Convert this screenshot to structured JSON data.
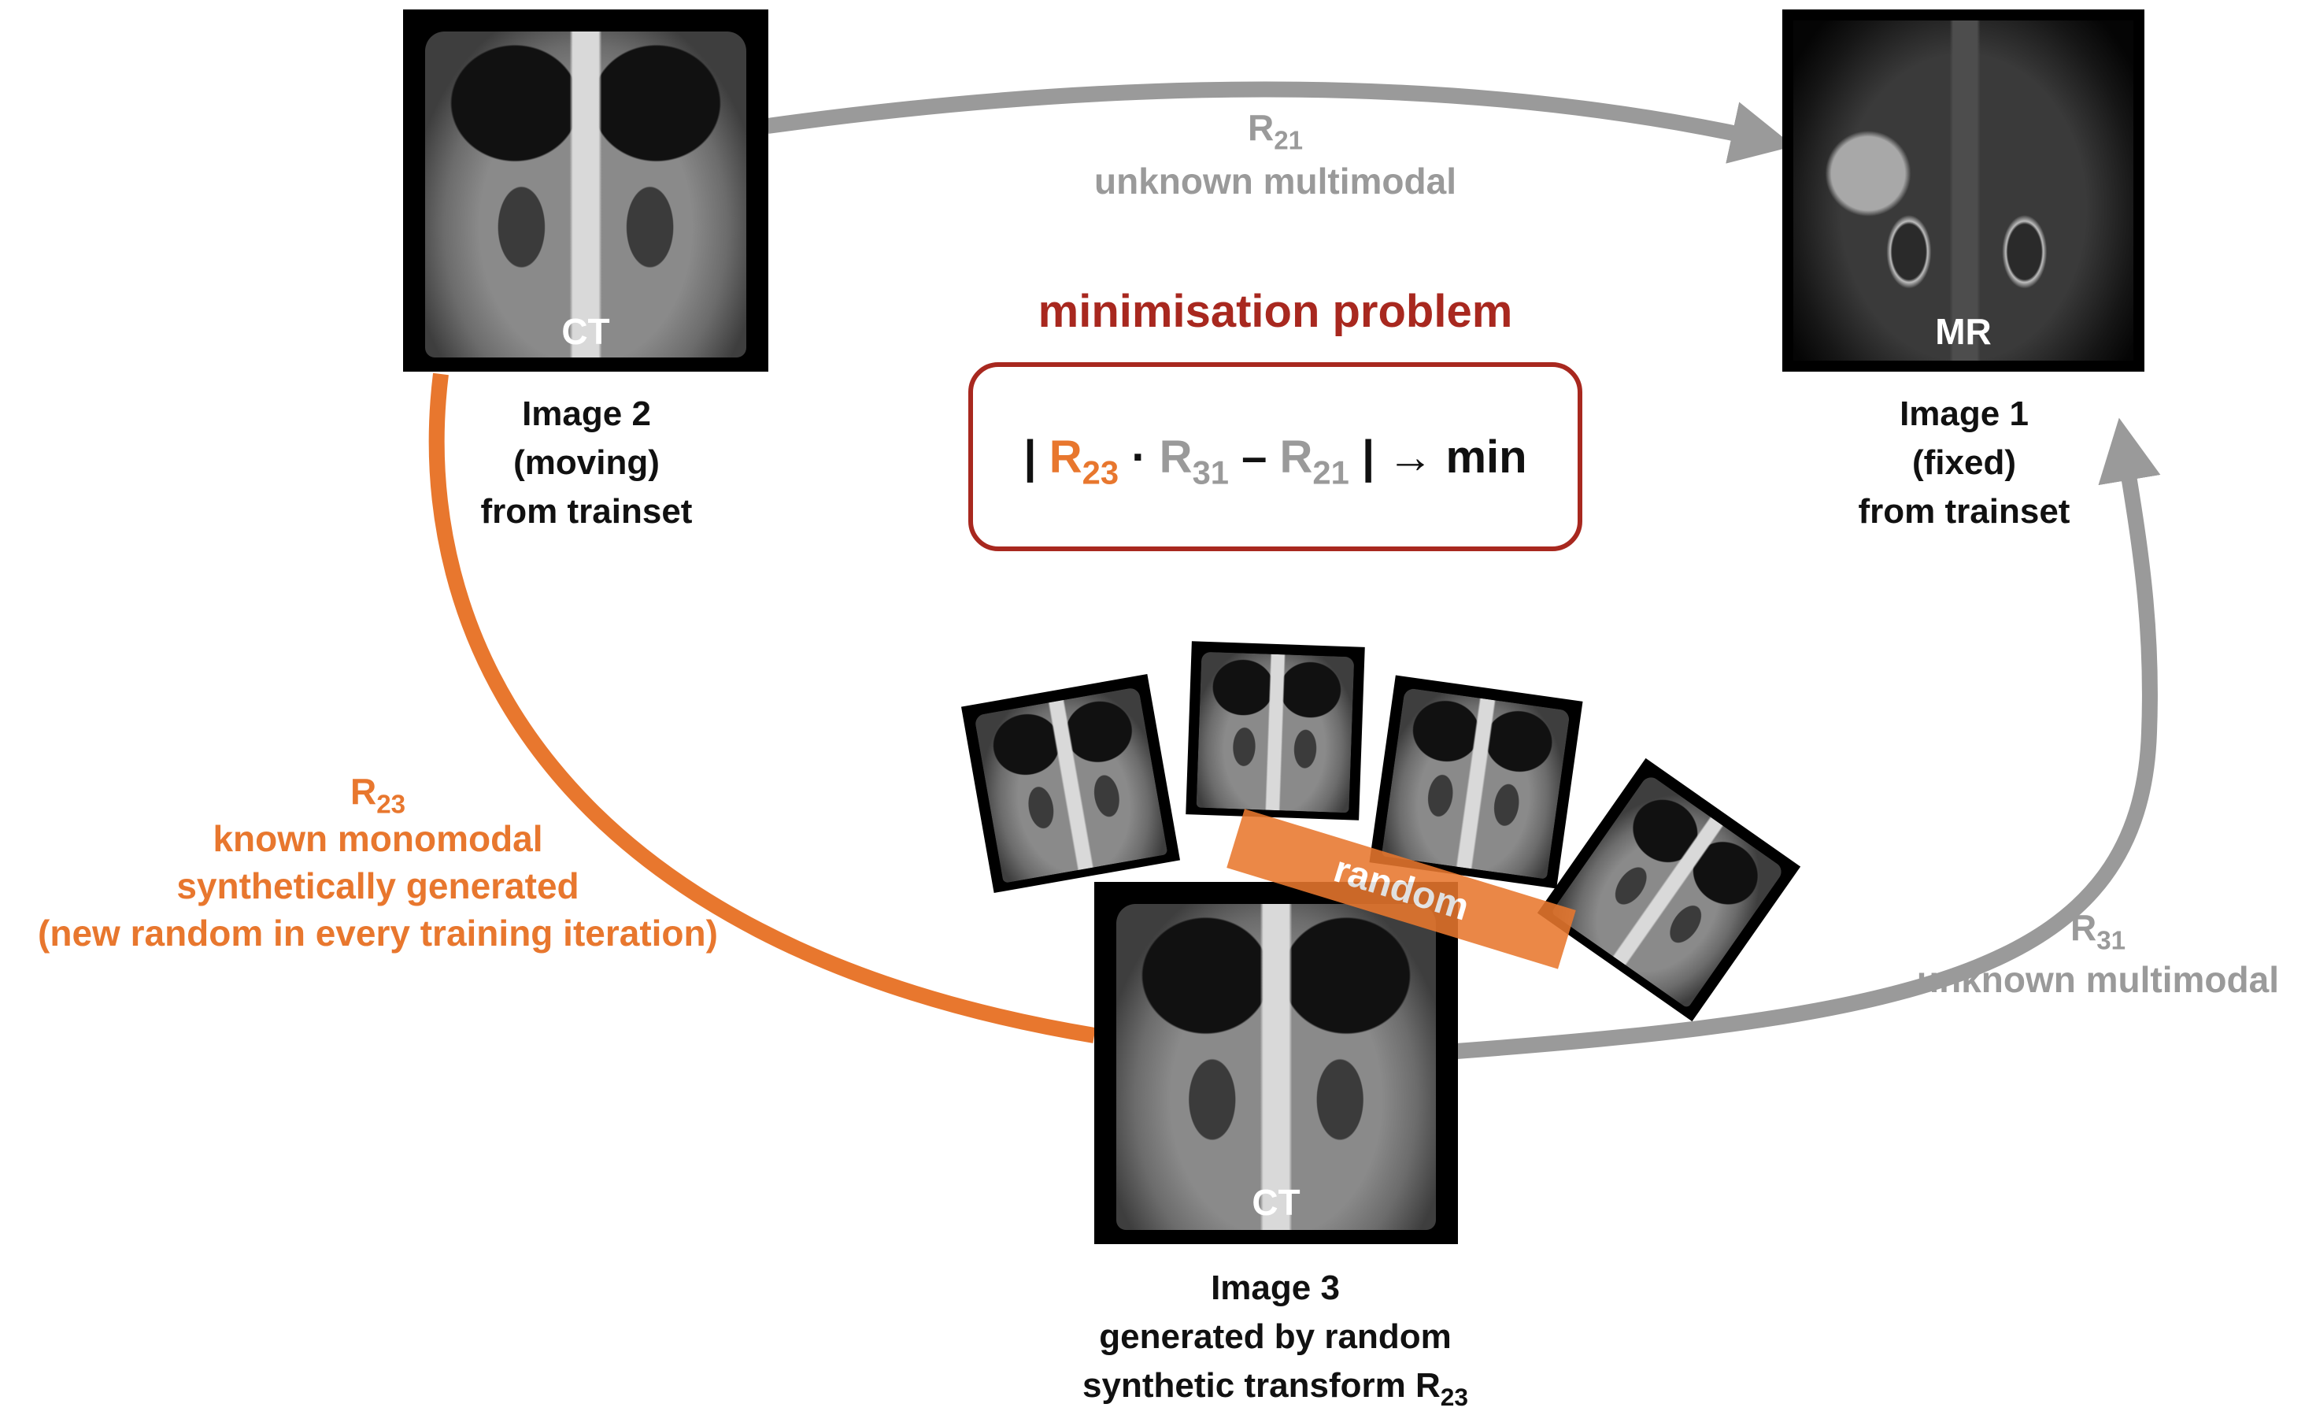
{
  "image2": {
    "modality": "CT",
    "caption_line1": "Image 2",
    "caption_line2": "(moving)",
    "caption_line3": "from trainset"
  },
  "image1": {
    "modality": "MR",
    "caption_line1": "Image 1",
    "caption_line2": "(fixed)",
    "caption_line3": "from trainset"
  },
  "image3": {
    "modality": "CT",
    "caption_line1": "Image 3",
    "caption_line2": "generated by random",
    "caption_line3_prefix": "synthetic transform R",
    "caption_line3_sub": "23"
  },
  "arrow_21": {
    "symbol": "R",
    "sub": "21",
    "description": "unknown multimodal"
  },
  "arrow_31": {
    "symbol": "R",
    "sub": "31",
    "description": "unknown multimodal"
  },
  "arrow_23": {
    "symbol": "R",
    "sub": "23",
    "line1": "known monomodal",
    "line2": "synthetically generated",
    "line3": "(new random in every training iteration)"
  },
  "minimisation": {
    "title": "minimisation problem",
    "bar_open": "|",
    "r23": "R",
    "r23_sub": "23",
    "dot": "·",
    "r31": "R",
    "r31_sub": "31",
    "minus": "–",
    "r21": "R",
    "r21_sub": "21",
    "bar_close": "|",
    "arrow": "→",
    "min": "min"
  },
  "random_label": "random",
  "colors": {
    "orange": "#e8772e",
    "gray": "#9a9a9a",
    "dark_red": "#a8281f",
    "black": "#000000"
  }
}
